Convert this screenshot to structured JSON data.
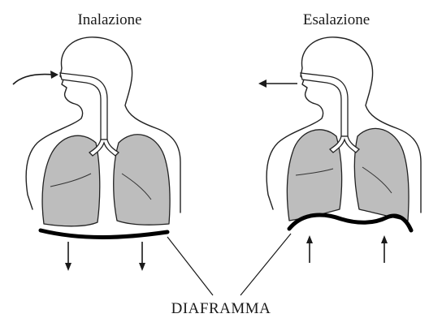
{
  "labels": {
    "inhalation": "Inalazione",
    "exhalation": "Esalazione",
    "diaphragm": "DIAFRAMMA"
  },
  "colors": {
    "lung_fill": "#bdbdbd",
    "outline": "#222222",
    "diaphragm": "#000000"
  }
}
